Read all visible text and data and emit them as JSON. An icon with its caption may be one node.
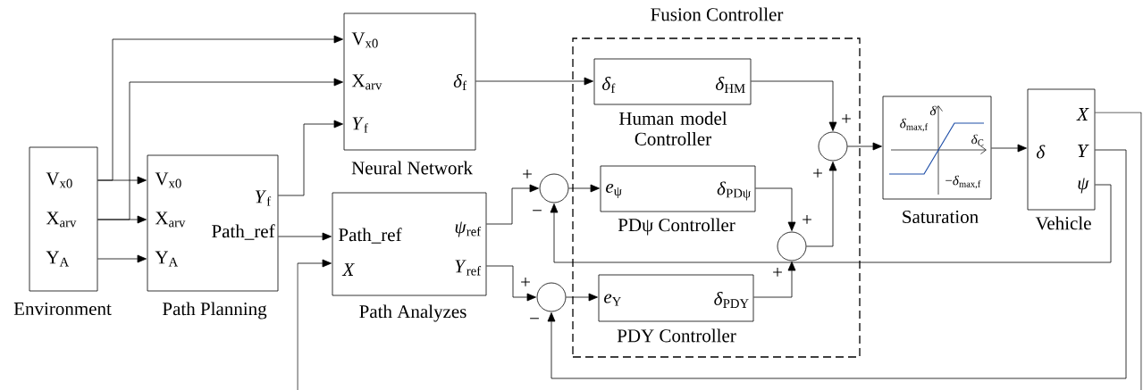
{
  "diagram": {
    "nodes": [
      {
        "text": [
          "V$_{x0}$",
          "X$_{arv}$",
          "Y$_{A}$",
          "Environment"
        ]
      },
      {
        "text": [
          "V$_{x0}$",
          "X$_{arv}$",
          "Y$_{A}$",
          "*Y*$_{f}$",
          "Path_ref",
          "Path Planning"
        ]
      },
      {
        "text": [
          "V$_{x0}$",
          "X$_{arv}$",
          "*Y*$_{f}$",
          "*δ*$_{f}$",
          "Neural Network"
        ]
      },
      {
        "text": [
          "Path_ref",
          "*X*",
          "*ψ*$_{ref}$",
          "*Y*$_{ref}$",
          "Path Analyzes"
        ]
      },
      {
        "text": [
          "Fusion Controller"
        ]
      },
      {
        "text": [
          "*δ*$_{f}$",
          "*δ*$_{HM}$",
          "Human model Controller"
        ],
        "in": 4
      },
      {
        "text": [
          "*e*$_{ψ}$",
          "*δ*$_{PDψ}$",
          "PDψ Controller"
        ],
        "in": 4
      },
      {
        "text": [
          "*e*$_{Y}$",
          "*δ*$_{PDY}$",
          "PDY Controller"
        ],
        "in": 4
      },
      {
        "text": [],
        "shape": "circle"
      },
      {
        "text": [],
        "shape": "circle"
      },
      {
        "text": [],
        "shape": "circle",
        "in": 4
      },
      {
        "text": [],
        "shape": "circle",
        "in": 4
      },
      {
        "text": [
          "*δ*",
          "*δ*$_{max,f}$",
          "*δ*$_{C}$",
          "−*δ*$_{max,f}$",
          "Saturation"
        ]
      },
      {
        "text": [
          "*δ*",
          "*X*",
          "*Y*",
          "*ψ*",
          "Vehicle"
        ]
      }
    ],
    "edges": [
      {
        "from": 0,
        "to": 1,
        "arrow": "to"
      },
      {
        "from": 0,
        "to": 1,
        "arrow": "to"
      },
      {
        "from": 0,
        "to": 1,
        "arrow": "to"
      },
      {
        "from": 0,
        "to": 2,
        "arrow": "to"
      },
      {
        "from": 0,
        "to": 2,
        "arrow": "to"
      },
      {
        "from": 1,
        "to": 2,
        "arrow": "to"
      },
      {
        "from": 1,
        "to": 3,
        "arrow": "to"
      },
      {
        "from": null,
        "to": 3,
        "arrow": "to"
      },
      {
        "from": 2,
        "to": 5,
        "arrow": "to"
      },
      {
        "from": 3,
        "to": 8,
        "arrow": "to"
      },
      {
        "from": 3,
        "to": 9,
        "arrow": "to"
      },
      {
        "from": 13,
        "to": 8,
        "arrow": "to"
      },
      {
        "from": 13,
        "to": 9,
        "arrow": "to"
      },
      {
        "from": 8,
        "to": 6,
        "arrow": "to"
      },
      {
        "from": 9,
        "to": 7,
        "arrow": "to"
      },
      {
        "from": 5,
        "to": 10,
        "arrow": "to"
      },
      {
        "from": 6,
        "to": 11,
        "arrow": "to"
      },
      {
        "from": 7,
        "to": 11,
        "arrow": "to"
      },
      {
        "from": 11,
        "to": 10,
        "arrow": "to"
      },
      {
        "from": 10,
        "to": 12,
        "arrow": "to"
      },
      {
        "from": 12,
        "to": 13,
        "arrow": "to"
      },
      {
        "from": 13,
        "to": null,
        "arrow": "none"
      }
    ],
    "labels": [
      "+",
      "−",
      "+",
      "−",
      "+",
      "+",
      "+",
      "+"
    ]
  }
}
